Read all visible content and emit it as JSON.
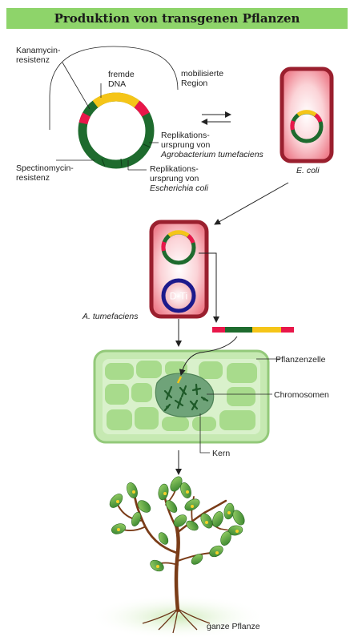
{
  "title": "Produktion von transgenen Pflanzen",
  "plasmid_labels": {
    "kanamycin_1": "Kanamycin-",
    "kanamycin_2": "resistenz",
    "fremde_1": "fremde",
    "fremde_2": "DNA",
    "mob_1": "mobilisierte",
    "mob_2": "Region",
    "rep_agro_1": "Replikations-",
    "rep_agro_2": "ursprung von",
    "rep_agro_3": "Agrobacterium tumefaciens",
    "spec_1": "Spectinomycin-",
    "spec_2": "resistenz",
    "rep_ecoli_1": "Replikations-",
    "rep_ecoli_2": "ursprung von",
    "rep_ecoli_3": "Escherichia coli"
  },
  "ecoli_label": "E. coli",
  "agro_label": "A. tumefaciens",
  "ti_label": "D-Ti",
  "cell_labels": {
    "pflanzenzelle": "Pflanzenzelle",
    "chromosomen": "Chromosomen",
    "kern": "Kern"
  },
  "plant_label": "ganze Pflanze",
  "colors": {
    "title_bar": "#8ed46a",
    "dna_green": "#1e6b2e",
    "dna_yellow": "#f5c518",
    "dna_red": "#e8174a",
    "cell_border": "#9a1f2e",
    "cell_fill": "#f4a6ae",
    "ti_ring": "#1c1a8c",
    "plant_cell": "#b9e3a4"
  }
}
